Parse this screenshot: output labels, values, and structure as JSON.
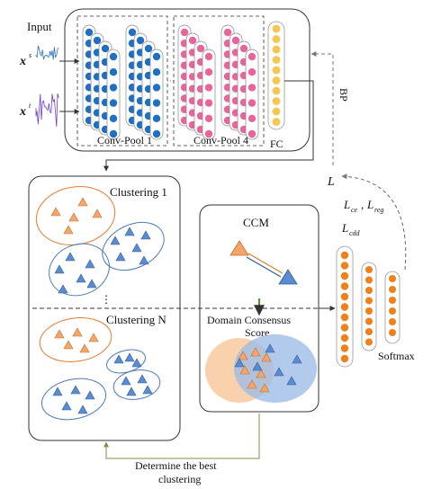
{
  "labels": {
    "input": "Input",
    "xs_main": "x",
    "xs_sup": "s",
    "xt_main": "x",
    "xt_sup": "t",
    "convpool1": "Conv-Pool 1",
    "convpool4": "Conv-Pool 4",
    "fc": "FC",
    "bp": "BP",
    "loss_total": "L",
    "loss_ce": "L",
    "loss_ce_sub": "ce",
    "loss_reg": "L",
    "loss_reg_sub": "reg",
    "loss_cdd": "L",
    "loss_cdd_sub": "cdd",
    "clustering1": "Clustering 1",
    "clustering_ellipsis": "⋮",
    "clusteringN": "Clustering N",
    "ccm": "CCM",
    "domain_consensus_line1": "Domain Consensus",
    "domain_consensus_line2": "Score",
    "softmax": "Softmax",
    "determine_line1": "Determine the best",
    "determine_line2": "clustering"
  },
  "colors": {
    "conv_blue": "#1f6fc2",
    "conv_pink": "#e8649b",
    "fc_yellow": "#f5c74e",
    "mlp_orange": "#f08019",
    "source_triangle": "#f4a66a",
    "target_triangle": "#5b8bd0",
    "source_region": "#f8c99e",
    "target_region": "#9fbde6",
    "cluster_orange": "#e87a2c",
    "cluster_blue": "#4e79b5",
    "arrow_gray": "#888888",
    "feedback_olive": "#8a8a4a"
  }
}
